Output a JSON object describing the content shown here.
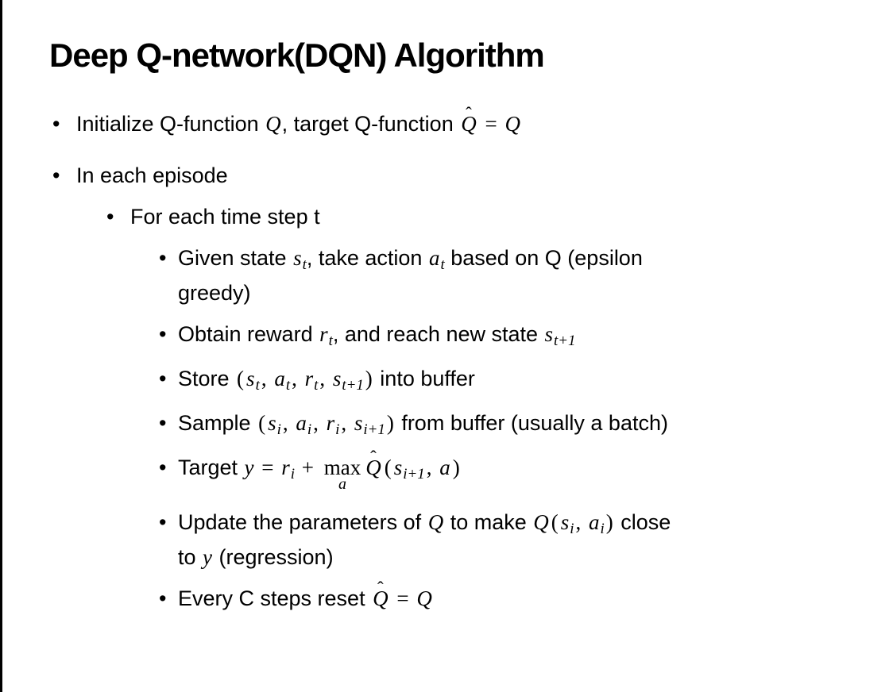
{
  "slide": {
    "title": "Deep Q-network(DQN) Algorithm",
    "bullets": [
      {
        "level": 1,
        "segments": [
          {
            "t": "txt",
            "v": "Initialize Q-function "
          },
          {
            "t": "m",
            "v": "Q"
          },
          {
            "t": "txt",
            "v": ", target Q-function "
          },
          {
            "t": "hat",
            "v": "Q"
          },
          {
            "t": "mr",
            "v": " = "
          },
          {
            "t": "m",
            "v": "Q"
          }
        ]
      },
      {
        "level": 1,
        "segments": [
          {
            "t": "txt",
            "v": "In each episode"
          }
        ]
      },
      {
        "level": 2,
        "segments": [
          {
            "t": "txt",
            "v": "For each time step t"
          }
        ]
      },
      {
        "level": 3,
        "segments": [
          {
            "t": "txt",
            "v": "Given state "
          },
          {
            "t": "m",
            "v": "s"
          },
          {
            "t": "sub",
            "v": "t"
          },
          {
            "t": "txt",
            "v": ", take action "
          },
          {
            "t": "m",
            "v": "a"
          },
          {
            "t": "sub",
            "v": "t"
          },
          {
            "t": "txt",
            "v": " based on Q (epsilon"
          },
          {
            "t": "br"
          },
          {
            "t": "txt",
            "v": "greedy)"
          }
        ]
      },
      {
        "level": 3,
        "segments": [
          {
            "t": "txt",
            "v": "Obtain reward "
          },
          {
            "t": "m",
            "v": "r"
          },
          {
            "t": "sub",
            "v": "t"
          },
          {
            "t": "txt",
            "v": ", and reach new state "
          },
          {
            "t": "m",
            "v": "s"
          },
          {
            "t": "sub",
            "v": "t+1"
          }
        ]
      },
      {
        "level": 3,
        "segments": [
          {
            "t": "txt",
            "v": "Store "
          },
          {
            "t": "mr",
            "v": "("
          },
          {
            "t": "m",
            "v": "s"
          },
          {
            "t": "sub",
            "v": "t"
          },
          {
            "t": "mr",
            "v": ", "
          },
          {
            "t": "m",
            "v": "a"
          },
          {
            "t": "sub",
            "v": "t"
          },
          {
            "t": "mr",
            "v": ", "
          },
          {
            "t": "m",
            "v": "r"
          },
          {
            "t": "sub",
            "v": "t"
          },
          {
            "t": "mr",
            "v": ", "
          },
          {
            "t": "m",
            "v": "s"
          },
          {
            "t": "sub",
            "v": "t+1"
          },
          {
            "t": "mr",
            "v": ")"
          },
          {
            "t": "txt",
            "v": " into buffer"
          }
        ]
      },
      {
        "level": 3,
        "segments": [
          {
            "t": "txt",
            "v": "Sample "
          },
          {
            "t": "mr",
            "v": "("
          },
          {
            "t": "m",
            "v": "s"
          },
          {
            "t": "sub",
            "v": "i"
          },
          {
            "t": "mr",
            "v": ", "
          },
          {
            "t": "m",
            "v": "a"
          },
          {
            "t": "sub",
            "v": "i"
          },
          {
            "t": "mr",
            "v": ", "
          },
          {
            "t": "m",
            "v": "r"
          },
          {
            "t": "sub",
            "v": "i"
          },
          {
            "t": "mr",
            "v": ", "
          },
          {
            "t": "m",
            "v": "s"
          },
          {
            "t": "sub",
            "v": "i+1"
          },
          {
            "t": "mr",
            "v": ")"
          },
          {
            "t": "txt",
            "v": " from buffer (usually a batch)"
          }
        ]
      },
      {
        "level": 3,
        "segments": [
          {
            "t": "txt",
            "v": "Target "
          },
          {
            "t": "m",
            "v": "y"
          },
          {
            "t": "mr",
            "v": " = "
          },
          {
            "t": "m",
            "v": "r"
          },
          {
            "t": "sub",
            "v": "i"
          },
          {
            "t": "mr",
            "v": " + "
          },
          {
            "t": "max",
            "v": "max",
            "sub": "a"
          },
          {
            "t": "hat",
            "v": "Q"
          },
          {
            "t": "mr",
            "v": "("
          },
          {
            "t": "m",
            "v": "s"
          },
          {
            "t": "sub",
            "v": "i+1"
          },
          {
            "t": "mr",
            "v": ", "
          },
          {
            "t": "m",
            "v": "a"
          },
          {
            "t": "mr",
            "v": ")"
          }
        ]
      },
      {
        "level": 3,
        "segments": [
          {
            "t": "txt",
            "v": "Update the parameters of "
          },
          {
            "t": "m",
            "v": "Q"
          },
          {
            "t": "txt",
            "v": " to make "
          },
          {
            "t": "m",
            "v": "Q"
          },
          {
            "t": "mr",
            "v": "("
          },
          {
            "t": "m",
            "v": "s"
          },
          {
            "t": "sub",
            "v": "i"
          },
          {
            "t": "mr",
            "v": ", "
          },
          {
            "t": "m",
            "v": "a"
          },
          {
            "t": "sub",
            "v": "i"
          },
          {
            "t": "mr",
            "v": ")"
          },
          {
            "t": "txt",
            "v": " close"
          },
          {
            "t": "br"
          },
          {
            "t": "txt",
            "v": "to "
          },
          {
            "t": "m",
            "v": "y"
          },
          {
            "t": "txt",
            "v": " (regression)"
          }
        ]
      },
      {
        "level": 3,
        "segments": [
          {
            "t": "txt",
            "v": "Every C steps reset "
          },
          {
            "t": "hat",
            "v": "Q"
          },
          {
            "t": "mr",
            "v": " = "
          },
          {
            "t": "m",
            "v": "Q"
          }
        ]
      }
    ]
  }
}
